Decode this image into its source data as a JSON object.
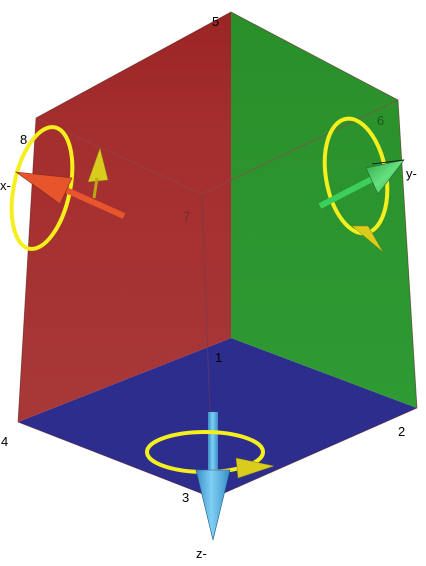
{
  "vertex_labels": {
    "v1": "1",
    "v2": "2",
    "v3": "3",
    "v4": "4",
    "v5": "5",
    "v6": "6",
    "v7": "7",
    "v8": "8"
  },
  "axis_labels": {
    "x_neg": "x-",
    "y_neg": "y-",
    "z_neg": "z-"
  },
  "colors": {
    "x_face": "#a52a2a",
    "y_face": "#2e9a2e",
    "z_face": "#2b2b8c",
    "x_arrow": "#e8542c",
    "y_arrow": "#3ccf5e",
    "z_arrow": "#4fb6ea",
    "rotation": "#f2ee1f",
    "rotation_arrow": "#d8c81a"
  },
  "icons": {
    "x_axis": "x-axis-arrow-icon",
    "y_axis": "y-axis-arrow-icon",
    "z_axis": "z-axis-arrow-icon",
    "rotation": "rotation-ring-icon"
  }
}
